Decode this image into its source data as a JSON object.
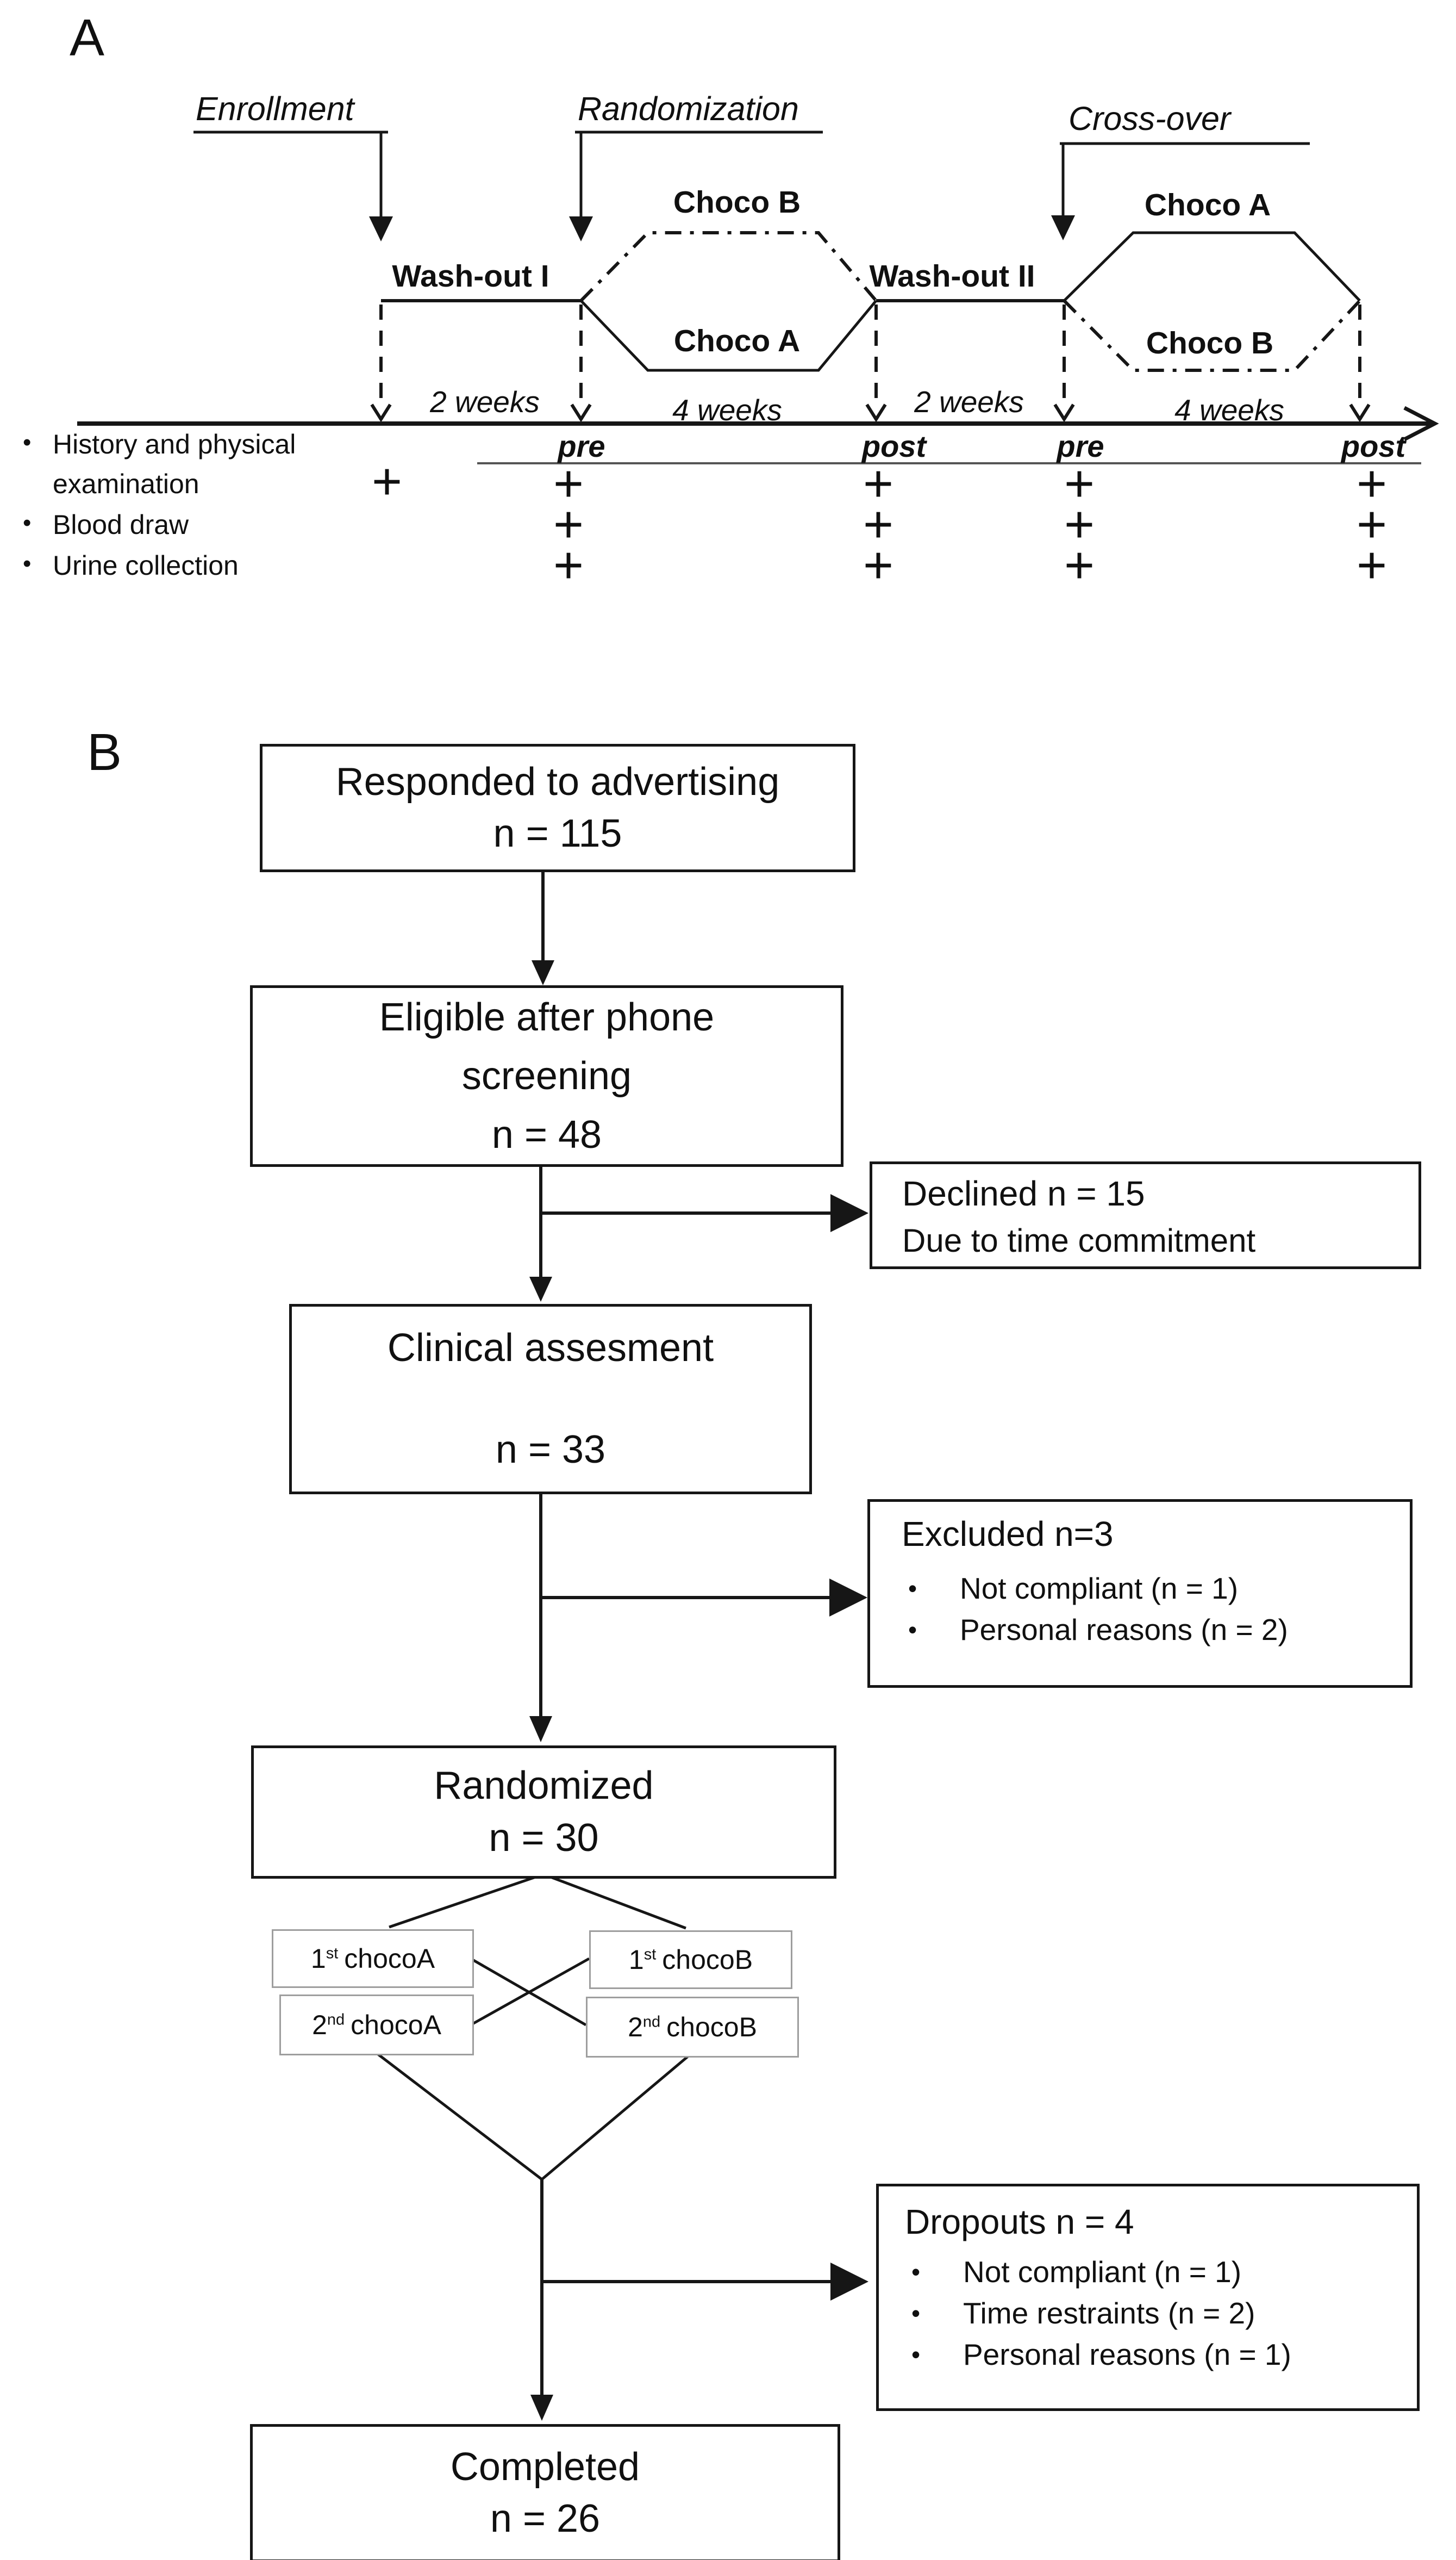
{
  "style": {
    "ink": "#101010",
    "background": "#ffffff",
    "arm_box_border": "#9e9e9e",
    "prepost_rule": "#555555"
  },
  "glyphs": {
    "bullet": "•",
    "plus": "+"
  },
  "panel_a": {
    "label": "A",
    "milestones": [
      {
        "label": "Enrollment"
      },
      {
        "label": "Randomization"
      },
      {
        "label": "Cross-over"
      }
    ],
    "timeline": {
      "washout1": "Wash-out I",
      "washout2": "Wash-out II",
      "period1_top": "Choco B",
      "period1_bottom": "Choco A",
      "period2_top": "Choco A",
      "period2_bottom": "Choco B"
    },
    "durations": [
      "2 weeks",
      "4 weeks",
      "2 weeks",
      "4 weeks"
    ],
    "timepoints": [
      "pre",
      "post",
      "pre",
      "post"
    ],
    "assessment_rows": [
      {
        "label_line1": "History and physical",
        "label_line2": "examination",
        "enrollment_mark": "+",
        "marks": [
          "+",
          "+",
          "+",
          "+"
        ]
      },
      {
        "label_line1": "Blood draw",
        "marks": [
          "+",
          "+",
          "+",
          "+"
        ]
      },
      {
        "label_line1": "Urine collection",
        "marks": [
          "+",
          "+",
          "+",
          "+"
        ]
      }
    ]
  },
  "panel_b": {
    "label": "B",
    "boxes": {
      "responded": {
        "line1": "Responded to advertising",
        "line2": "n = 115"
      },
      "eligible": {
        "line1": "Eligible after phone",
        "line2": "screening",
        "line3": "n = 48"
      },
      "clinical": {
        "line1": "Clinical assesment",
        "line2": "n = 33"
      },
      "randomized": {
        "line1": "Randomized",
        "line2": "n = 30"
      },
      "completed": {
        "line1": "Completed",
        "line2": "n = 26"
      }
    },
    "side_boxes": {
      "declined": {
        "title": "Declined n = 15",
        "note": "Due to time commitment"
      },
      "excluded": {
        "title": "Excluded n=3",
        "bullets": [
          "Not compliant (n = 1)",
          "Personal reasons (n = 2)"
        ]
      },
      "dropouts": {
        "title": "Dropouts n = 4",
        "bullets": [
          "Not compliant (n = 1)",
          "Time restraints (n = 2)",
          "Personal reasons (n = 1)"
        ]
      }
    },
    "arms": [
      {
        "num": "1",
        "sup": "st",
        "name": "chocoA"
      },
      {
        "num": "1",
        "sup": "st",
        "name": "chocoB"
      },
      {
        "num": "2",
        "sup": "nd",
        "name": "chocoA"
      },
      {
        "num": "2",
        "sup": "nd",
        "name": "chocoB"
      }
    ]
  }
}
